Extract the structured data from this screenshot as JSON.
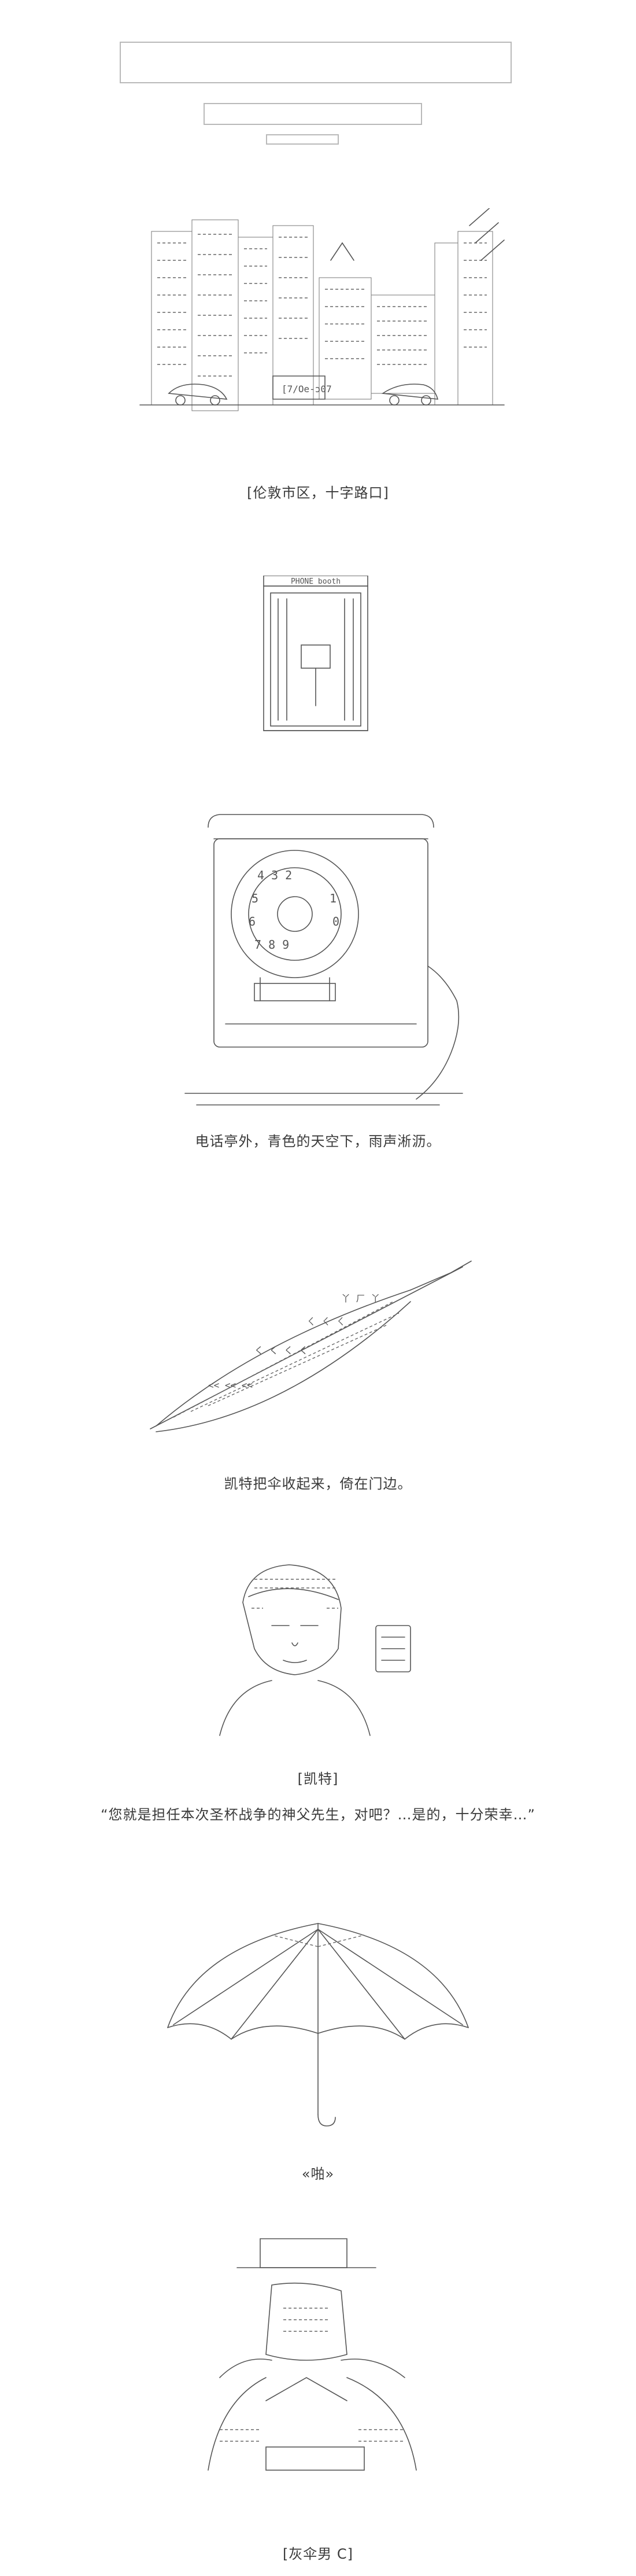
{
  "captions": {
    "city": "[伦敦市区，十字路口]",
    "booth_sign": "PHONE booth",
    "phone_line": "电话亭外，青色的天空下，雨声淅沥。",
    "umbrella_line": "凯特把伞收起来，倚在门边。",
    "kate_tag": "[凯特]",
    "kate_quote": "“您就是担任本次圣杯战争的神父先生，对吧？…是的，十分荣幸…”",
    "hiss": "«啪»",
    "grey_man": "[灰伞男 C]"
  }
}
